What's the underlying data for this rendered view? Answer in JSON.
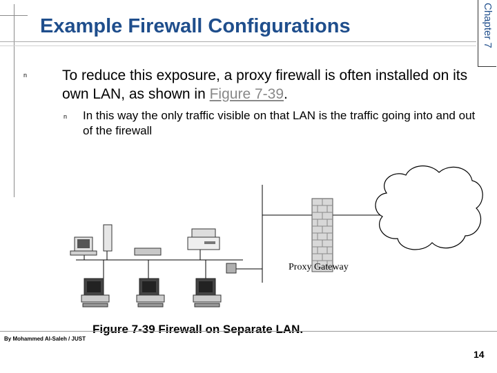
{
  "slide": {
    "title": "Example Firewall Configurations",
    "chapter_label": "Chapter 7",
    "bullet_glyph": "n",
    "bullet1": {
      "text_before": "To reduce this exposure, a proxy firewall is often installed on its own LAN, as shown in ",
      "link_text": "Figure 7-39",
      "text_after": "."
    },
    "bullet2": {
      "text": "In this way the only traffic visible on that LAN is the traffic going into and out of the firewall"
    },
    "figure": {
      "gateway_label": "Proxy Gateway",
      "caption": "Figure 7-39  Firewall on Separate LAN."
    },
    "footer": {
      "author": "By Mohammed Al-Saleh / JUST",
      "page_number": "14"
    }
  }
}
